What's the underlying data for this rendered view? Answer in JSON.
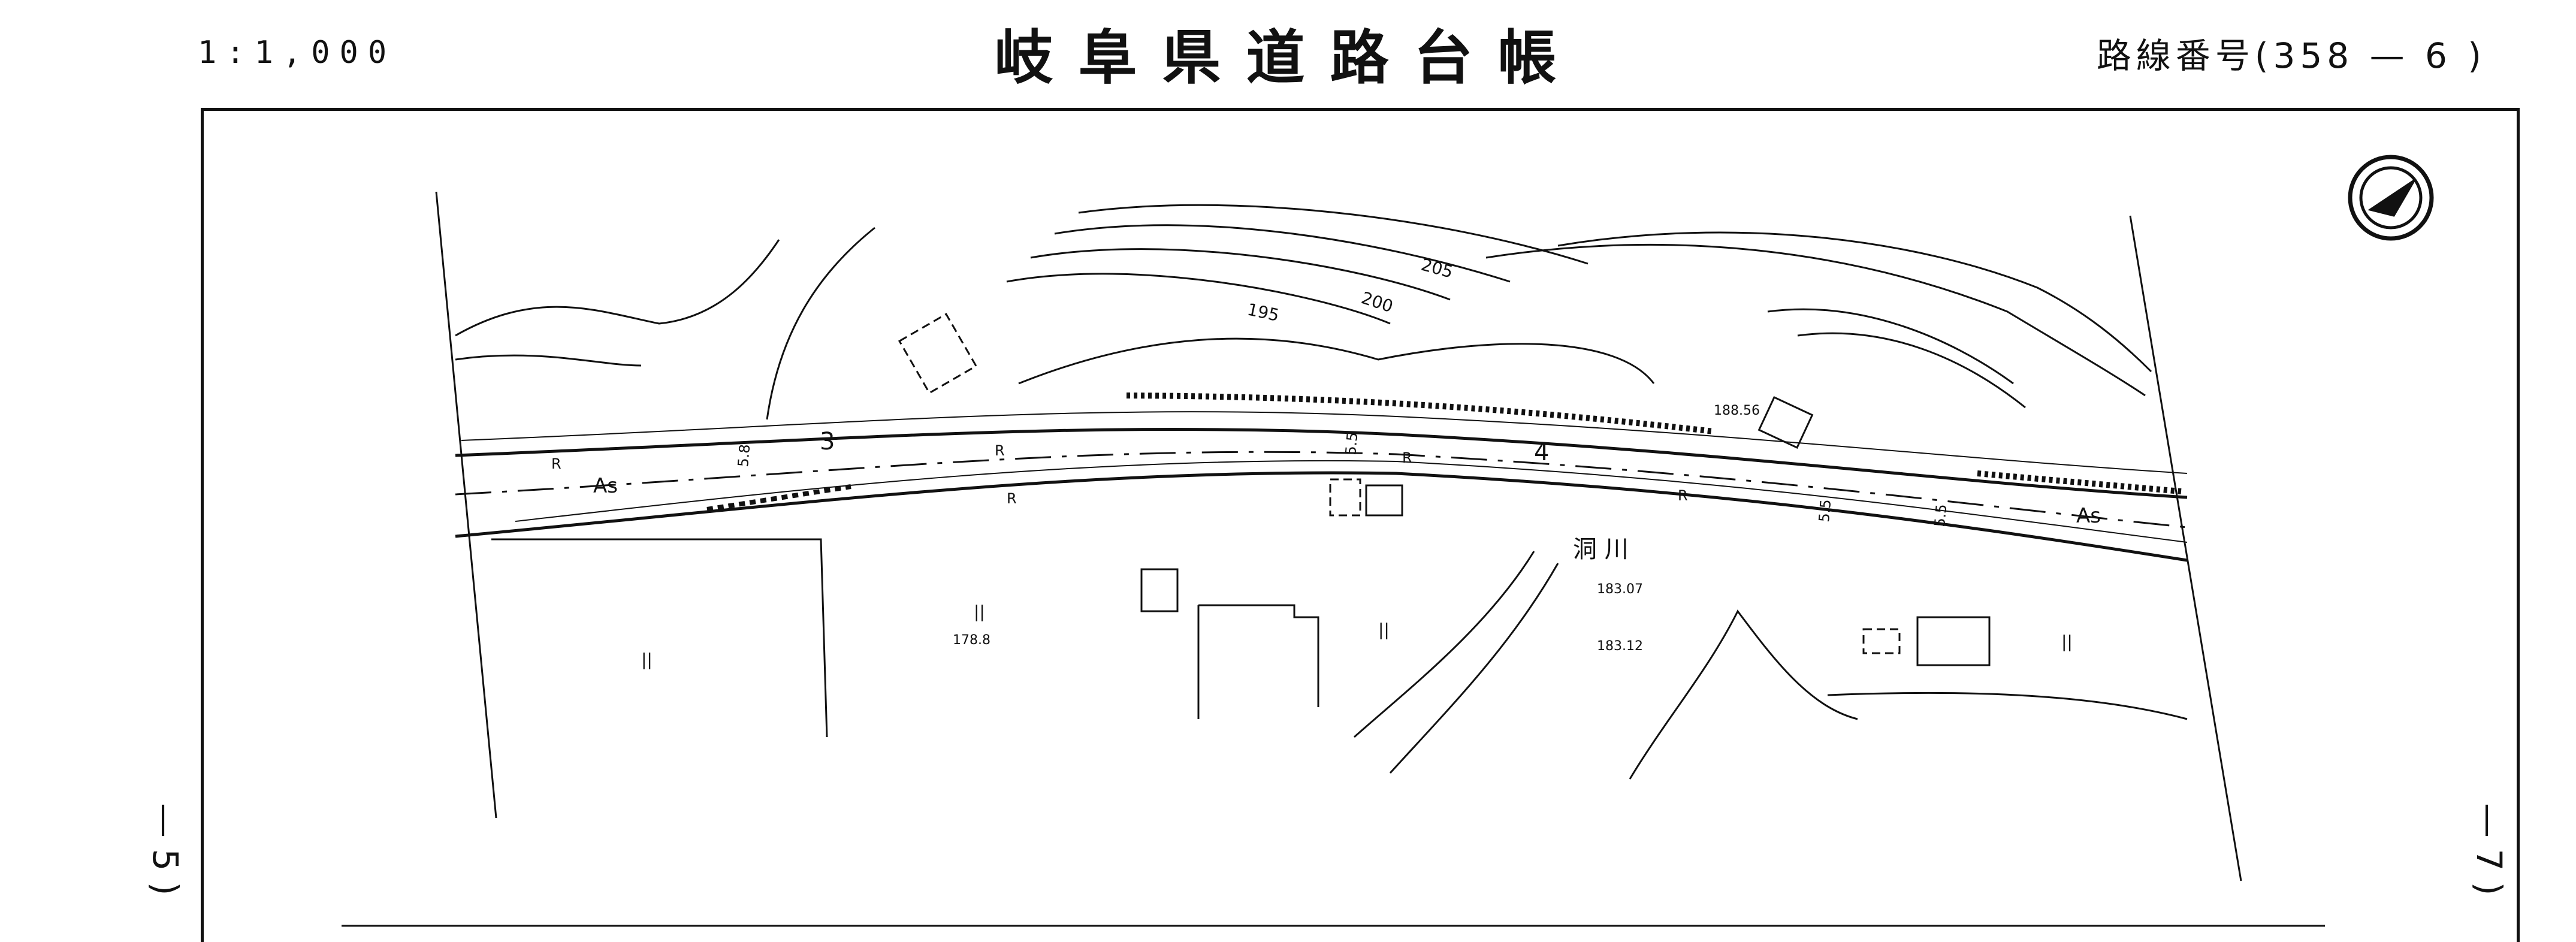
{
  "header": {
    "scale": "1:1,000",
    "title": "岐阜県道路台帳",
    "route_number": "路線番号(358 — 6 )"
  },
  "side_marks": {
    "left": "— 5 )",
    "right": "— 7 )"
  },
  "map": {
    "north_arrow_icon": "north-arrow-icon",
    "station_labels": [
      "3",
      "4"
    ],
    "surface_label": "As",
    "road_mark": "R",
    "width_label": "5.5",
    "width_label_alt": "5.8",
    "river_label": "洞 川",
    "contours": [
      "195",
      "200",
      "205"
    ],
    "elevations": [
      "188.56",
      "183.07",
      "183.12",
      "178.8"
    ],
    "field_mark": "||",
    "colors": {
      "ink": "#111111",
      "paper": "#ffffff"
    }
  }
}
